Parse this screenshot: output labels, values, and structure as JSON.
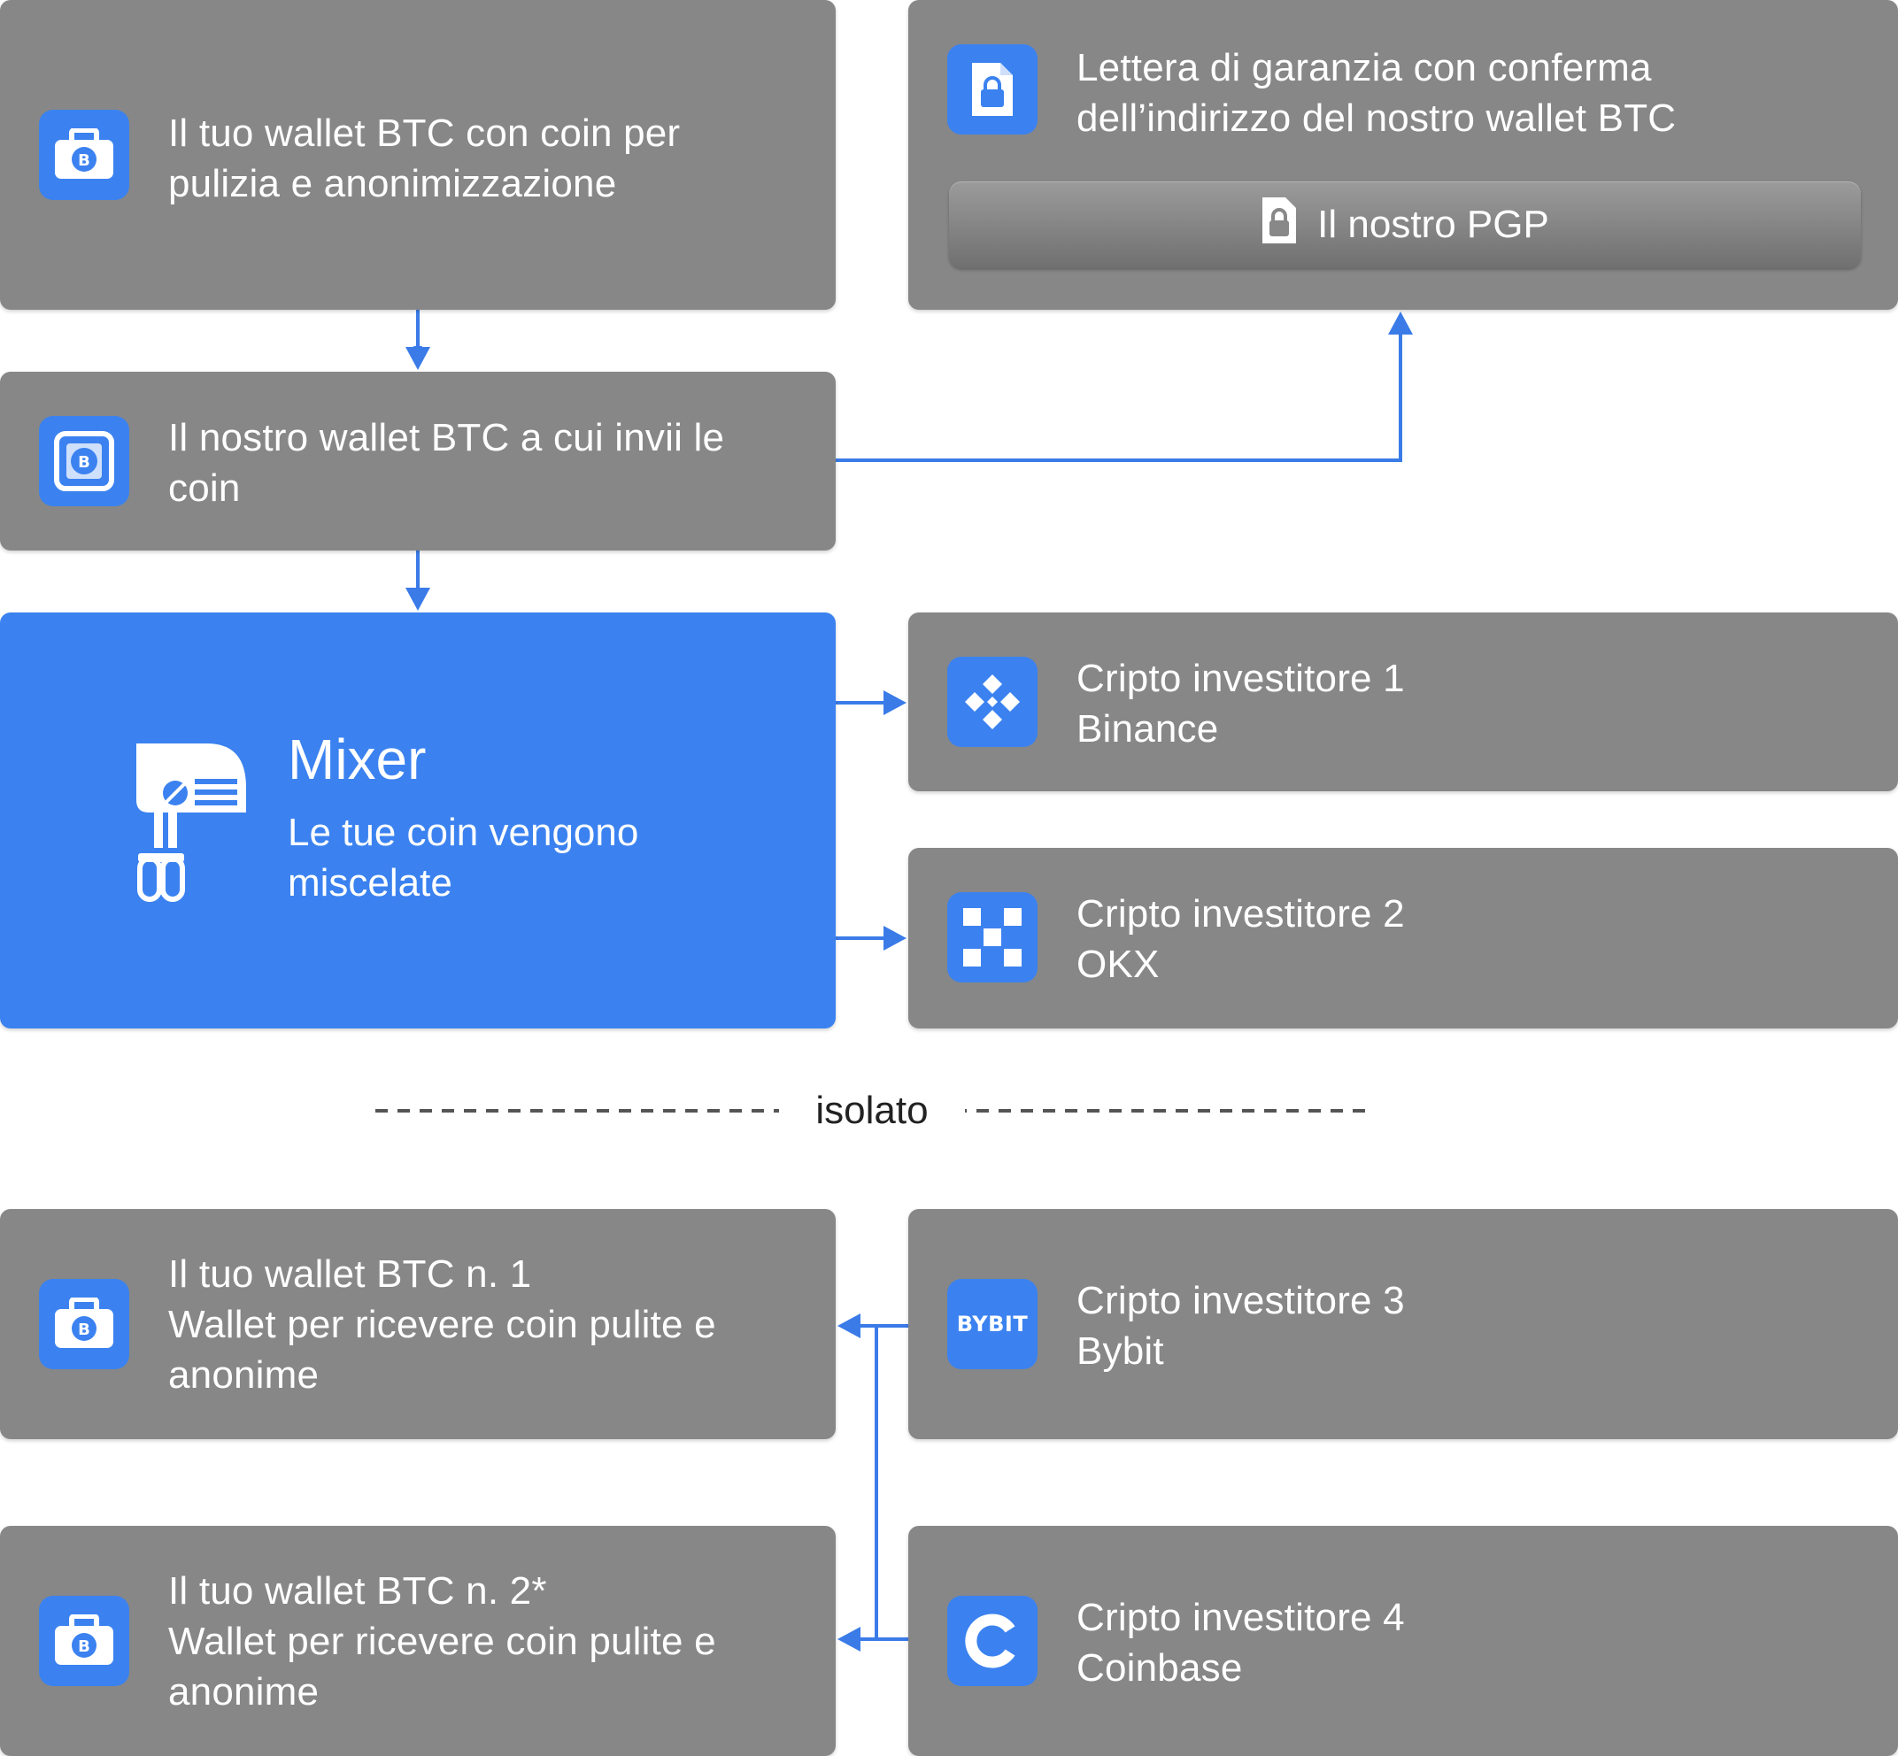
{
  "colors": {
    "box_gray": "#878787",
    "accent_blue": "#3b82f0",
    "connector_blue": "#3a7be8",
    "separator": "#555555"
  },
  "nodes": {
    "your_wallet": {
      "icon": "btc-wallet-icon",
      "line1": "Il tuo wallet BTC con coin per",
      "line2": "pulizia e anonimizzazione"
    },
    "guarantee_letter": {
      "icon": "locked-document-icon",
      "line1": "Lettera di garanzia con conferma",
      "line2": "dell’indirizzo del nostro wallet BTC",
      "pgp_label": "Il nostro PGP"
    },
    "our_wallet": {
      "icon": "btc-safe-icon",
      "line1": "Il nostro wallet BTC a cui invii le",
      "line2": "coin"
    },
    "mixer": {
      "icon": "hand-mixer-icon",
      "title": "Mixer",
      "line1": "Le tue coin vengono",
      "line2": "miscelate"
    },
    "investor_1": {
      "icon": "binance-icon",
      "line1": "Cripto investitore 1",
      "line2": "Binance"
    },
    "investor_2": {
      "icon": "okx-icon",
      "line1": "Cripto investitore 2",
      "line2": "OKX"
    },
    "investor_3": {
      "icon": "bybit-icon",
      "icon_text": "BYBIT",
      "line1": "Cripto investitore 3",
      "line2": "Bybit"
    },
    "investor_4": {
      "icon": "coinbase-icon",
      "line1": "Cripto investitore 4",
      "line2": "Coinbase"
    },
    "wallet_1": {
      "icon": "btc-wallet-icon",
      "line1": "Il tuo wallet BTC n. 1",
      "line2": "Wallet per ricevere coin pulite e",
      "line3": "anonime"
    },
    "wallet_2": {
      "icon": "btc-wallet-icon",
      "line1": "Il tuo wallet BTC n. 2*",
      "line2": "Wallet per ricevere coin pulite e",
      "line3": "anonime"
    }
  },
  "separator": {
    "label": "isolato"
  }
}
